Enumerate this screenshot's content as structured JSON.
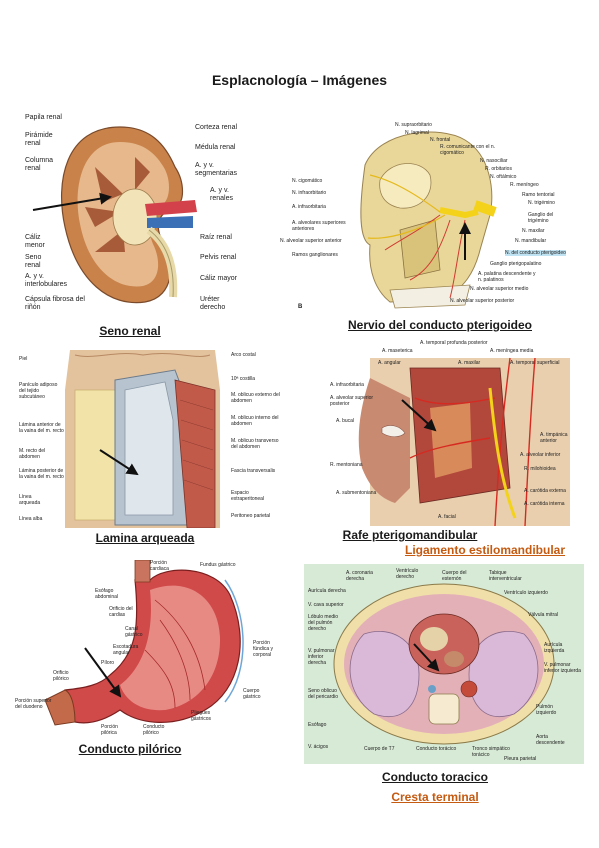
{
  "title": "Esplacnología – Imágenes",
  "figures": {
    "kidney": {
      "caption": "Seno renal",
      "labels_left": [
        "Papila renal",
        "Pirámide renal",
        "Columna renal",
        "Cáliz menor",
        "Seno renal",
        "A. y v. interlobulares",
        "Cápsula fibrosa del riñón"
      ],
      "labels_right": [
        "Corteza renal",
        "Médula renal",
        "A. y v. segmentarias",
        "A. y v. renales",
        "Raíz renal",
        "Pelvis renal",
        "Cáliz mayor",
        "Uréter derecho"
      ]
    },
    "skull": {
      "caption": "Nervio del conducto pterigoideo",
      "labels_top": [
        "N. supraorbitario",
        "N. lagrimal",
        "N. frontal",
        "R. comunicante con el n. cigomático",
        "N. nasociliar",
        "R. orbitarios",
        "N. oftálmico",
        "R. meníngeo"
      ],
      "labels_left": [
        "N. cigomático",
        "N. infraorbitario",
        "A. infraorbitaria",
        "A. alveolares superiores anteriores",
        "N. alveolar superior anterior",
        "Ramos ganglionares"
      ],
      "labels_right": [
        "Ramo tentorial",
        "N. trigémino",
        "Ganglio del trigémino",
        "N. maxilar",
        "N. mandibular",
        "N. del conducto pterigoideo",
        "Ganglio pterigopalatino",
        "A. palatina descendente y n. palatinos",
        "N. alveolar superior medio",
        "N. alveolar superior posterior"
      ],
      "letter": "B"
    },
    "abdomen": {
      "caption": "Lamina arqueada",
      "labels_left": [
        "Piel",
        "Panículo adiposo del tejido subcutáneo",
        "Lámina anterior de la vaina del m. recto",
        "M. recto del abdomen",
        "Lámina posterior de la vaina del m. recto",
        "Línea arqueada",
        "Línea alba"
      ],
      "labels_right": [
        "Arco costal",
        "10ª costilla",
        "M. oblicuo externo del abdomen",
        "M. oblicuo interno del abdomen",
        "M. oblicuo transverso del abdomen",
        "Fascia transversalis",
        "Espacio extraperitoneal",
        "Peritoneo parietal"
      ]
    },
    "face": {
      "caption": "Rafe pterigomandibular",
      "subcaption": "Ligamento estilomandibular",
      "labels_top": [
        "A. temporal profunda posterior",
        "A. maseterica",
        "A. meníngea media",
        "A. angular",
        "A. maxilar",
        "A. temporal superficial"
      ],
      "labels_left": [
        "A. infraorbitaria",
        "A. alveolar superior posterior",
        "A. bucal",
        "R. mentoniana",
        "A. submentoniana"
      ],
      "labels_right": [
        "A. timpánica anterior",
        "A. alveolar inferior",
        "R. milohioidea",
        "A. carótida externa",
        "A. carótida interna"
      ],
      "labels_bottom": [
        "A. facial"
      ]
    },
    "stomach": {
      "caption": "Conducto pilórico",
      "labels_top": [
        "Porción cardiaca",
        "Fundus gástrico"
      ],
      "labels_left": [
        "Esófago abdominal",
        "Orificio del cardias",
        "Canal gástrico",
        "Escotadura angular",
        "Píloro",
        "Orificio pilórico",
        "Porción superior del duodeno"
      ],
      "labels_right": [
        "Porción fúndica y corporal",
        "Cuerpo gástrico",
        "Pliegues gástricos"
      ],
      "labels_bottom": [
        "Porción pilórica",
        "Conducto pilórico"
      ]
    },
    "thorax": {
      "caption": "Conducto toracico",
      "subcaption": "Cresta terminal",
      "labels_top": [
        "A. coronaria derecha",
        "Ventrículo derecho",
        "Cuerpo del esternón",
        "Tabique interventricular"
      ],
      "labels_left": [
        "Aurícula derecha",
        "V. cava superior",
        "Lóbulo medio del pulmón derecho",
        "V. pulmonar inferior derecha",
        "Seno oblicuo del pericardio",
        "Esófago",
        "V. ácigos"
      ],
      "labels_right": [
        "Ventrículo izquierdo",
        "Válvula mitral",
        "Aurícula izquierda",
        "V. pulmonar inferior izquierda",
        "Pulmón izquierdo",
        "Aorta descendente"
      ],
      "labels_bottom": [
        "Cuerpo de T7",
        "Conducto torácico",
        "Tronco simpático torácico",
        "Pleura parietal"
      ]
    }
  }
}
